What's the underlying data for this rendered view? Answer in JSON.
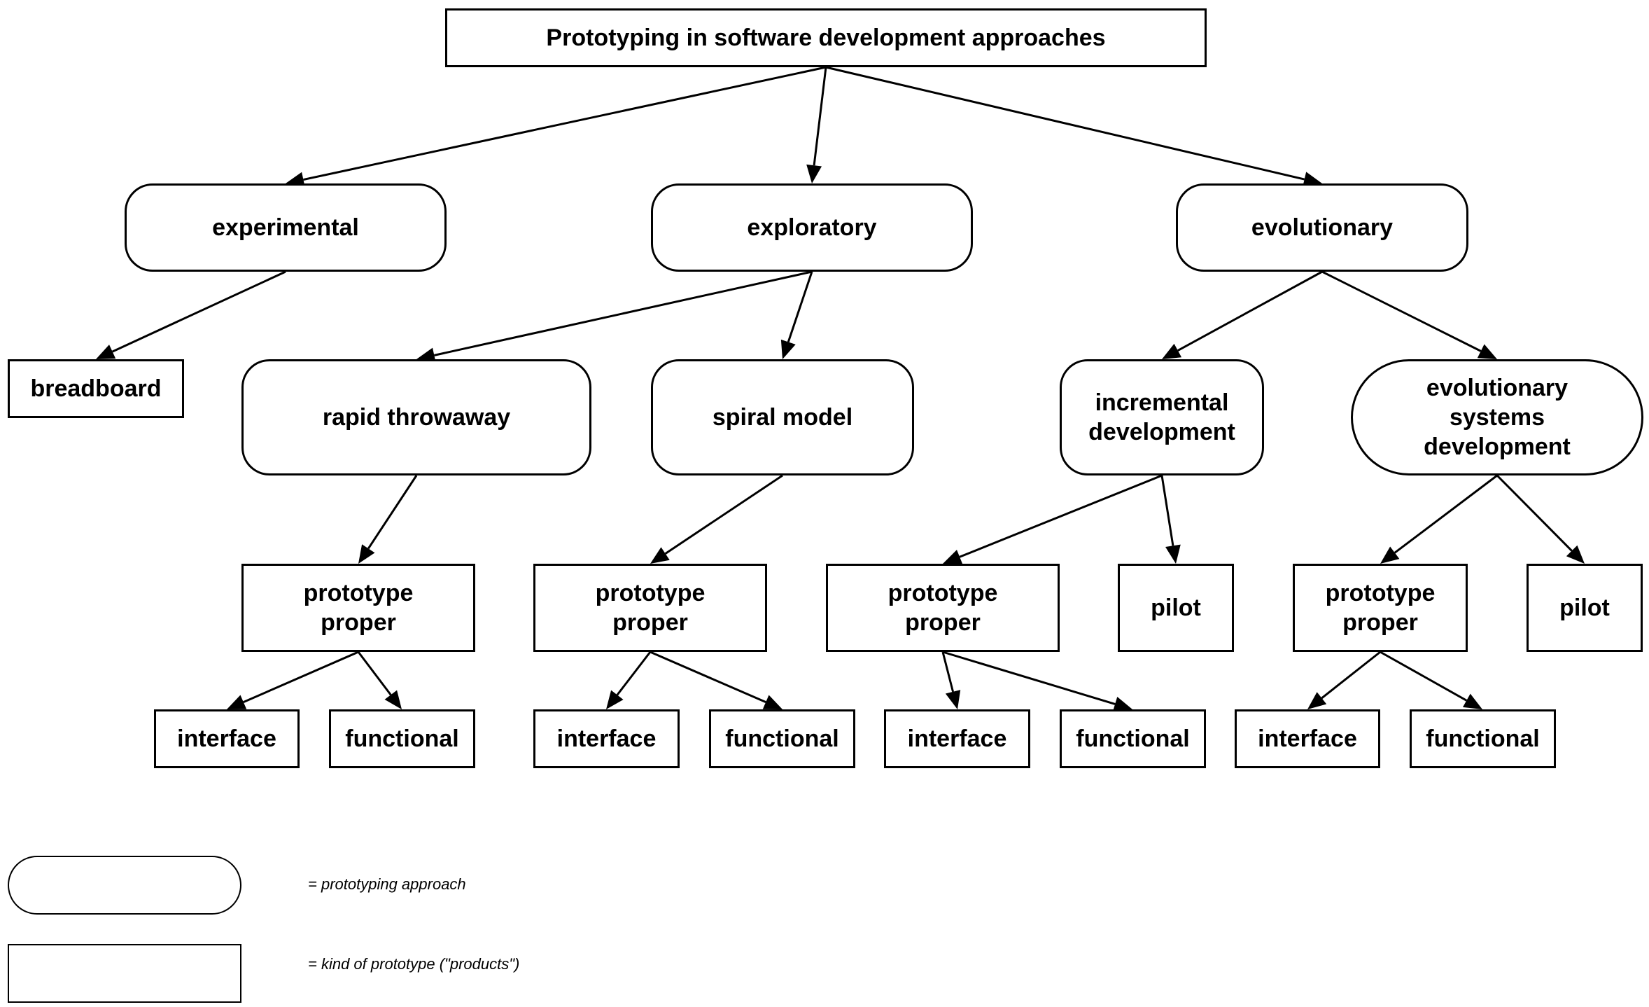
{
  "title": "Prototyping in software development approaches",
  "nodes": {
    "experimental": "experimental",
    "exploratory": "exploratory",
    "evolutionary": "evolutionary",
    "breadboard": "breadboard",
    "rapid_throwaway": "rapid throwaway",
    "spiral_model": "spiral model",
    "incremental_development": "incremental\ndevelopment",
    "evolutionary_systems_development": "evolutionary\nsystems\ndevelopment",
    "prototype_proper_1": "prototype\nproper",
    "prototype_proper_2": "prototype\nproper",
    "prototype_proper_3": "prototype\nproper",
    "prototype_proper_4": "prototype\nproper",
    "pilot_1": "pilot",
    "pilot_2": "pilot",
    "interface_1": "interface",
    "functional_1": "functional",
    "interface_2": "interface",
    "functional_2": "functional",
    "interface_3": "interface",
    "functional_3": "functional",
    "interface_4": "interface",
    "functional_4": "functional"
  },
  "legend": {
    "approach_label": "= prototyping approach",
    "kind_label": "= kind of prototype (\"products\")"
  }
}
